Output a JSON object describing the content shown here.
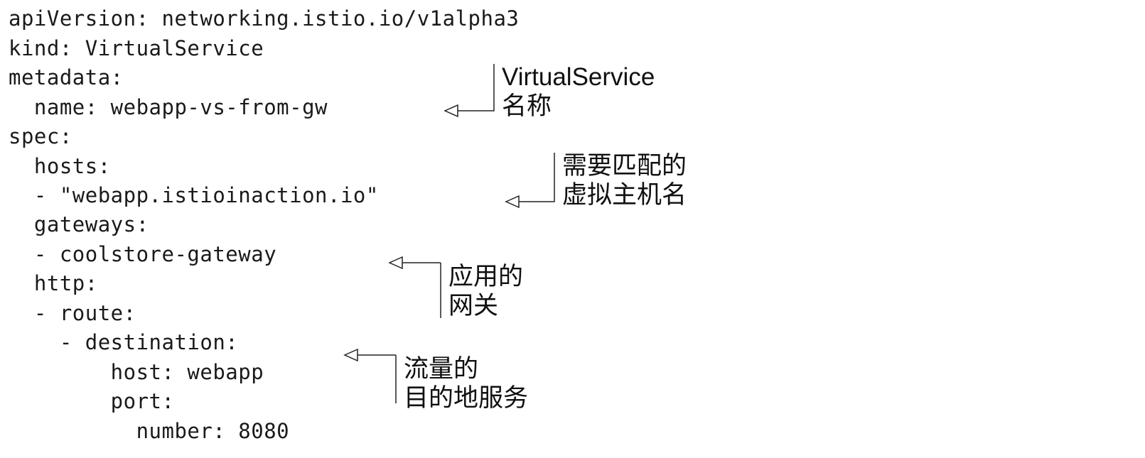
{
  "code": {
    "lines": [
      "apiVersion: networking.istio.io/v1alpha3",
      "kind: VirtualService",
      "metadata:",
      "  name: webapp-vs-from-gw",
      "spec:",
      "  hosts:",
      "  - \"webapp.istioinaction.io\"",
      "  gateways:",
      "  - coolstore-gateway",
      "  http:",
      "  - route:",
      "    - destination:",
      "        host: webapp",
      "        port:",
      "          number: 8080"
    ]
  },
  "annotations": [
    {
      "lines": [
        "VirtualService",
        "名称"
      ]
    },
    {
      "lines": [
        "需要匹配的",
        "虚拟主机名"
      ]
    },
    {
      "lines": [
        "应用的",
        "网关"
      ]
    },
    {
      "lines": [
        "流量的",
        "目的地服务"
      ]
    }
  ]
}
